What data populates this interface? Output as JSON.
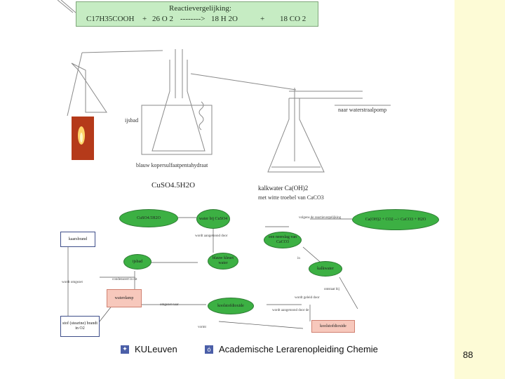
{
  "reaction": {
    "heading": "Reactievergelijking:",
    "fatty_acid": "C17H35COOH",
    "plus1": "+",
    "oxygen": "26 O 2",
    "arrow": "-------->",
    "water": "18 H 2O",
    "plus2": "+",
    "co2": "18 CO 2"
  },
  "apparatus": {
    "ijsbad": "ijsbad",
    "pomp": "naar waterstraalpomp",
    "kopersulfaat": "blauw kopersulfaatpentahydraat",
    "formula_cuso4": "CuSO4.5H2O",
    "kalkwater": "kalkwater Ca(OH)2",
    "troebel": "met witte troebel van CaCO3"
  },
  "map_nodes": {
    "cuso4": "CuSO4.5H2O",
    "water_cuso4": "water bij CuSO4",
    "ijsbad": "ijsbad",
    "blauw_water": "blauw kleurt water",
    "neerslag": "een neerslag van CaCO3",
    "reactie": "Ca(OH)2 + CO2 --> CaCO3 + H2O",
    "kalkwater": "kalkwater",
    "waterdamp": "waterdamp",
    "koolstofdioxide": "koolstofdioxide",
    "koolstofoxide": "koolstofdioxide",
    "kaars": "kaarsbrand",
    "stof": "stof (stearine) brandt in O2"
  },
  "map_labels": {
    "aangetoond": "wordt aangetoond door",
    "reactievergelijking": "volgens de reactievergelijking",
    "doorgeleid": "wordt geleid door",
    "aangetoond2": "wordt aangetoond door de",
    "omgezet": "omgezet naar",
    "ontstaat": "ontstaat bij",
    "vormt": "vormt",
    "condenseert": "condenseert in dit",
    "wordt": "wordt omgezet",
    "in": "in"
  },
  "footer": {
    "left": "KULeuven",
    "center": "Academische Lerarenopleiding Chemie",
    "page": "88"
  },
  "colors": {
    "side_panel": "#fdfbd6",
    "title_box": "#c6ecc3",
    "node_green": "#3cb043",
    "node_pink": "#f7c8bc"
  }
}
